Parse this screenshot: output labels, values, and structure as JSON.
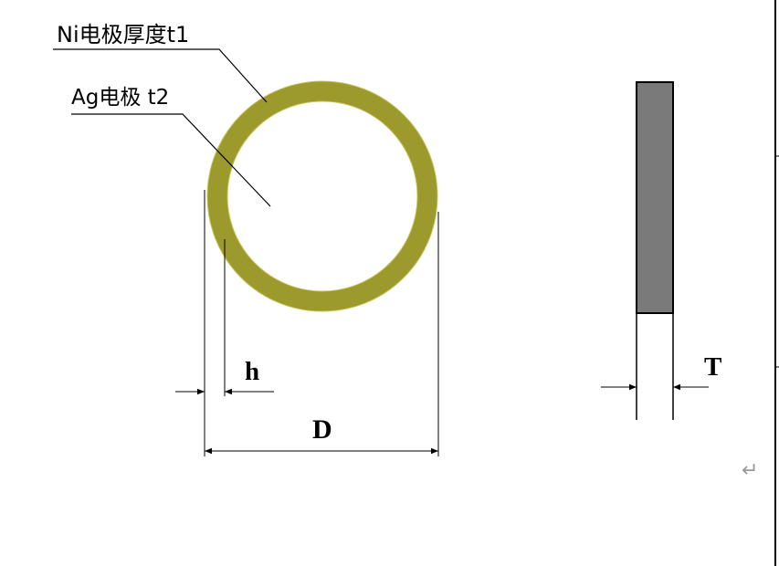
{
  "labels": {
    "ni_electrode": "Ni电极厚度t1",
    "ag_electrode": "Ag电极 t2"
  },
  "dimensions": {
    "h": "h",
    "d": "D",
    "t": "T"
  },
  "return_mark": "↵",
  "colors": {
    "ring_fill": "#9c9a2c",
    "ring_edge": "#c6c45a",
    "side_view_fill": "#7a7a7a",
    "line": "#000000"
  }
}
